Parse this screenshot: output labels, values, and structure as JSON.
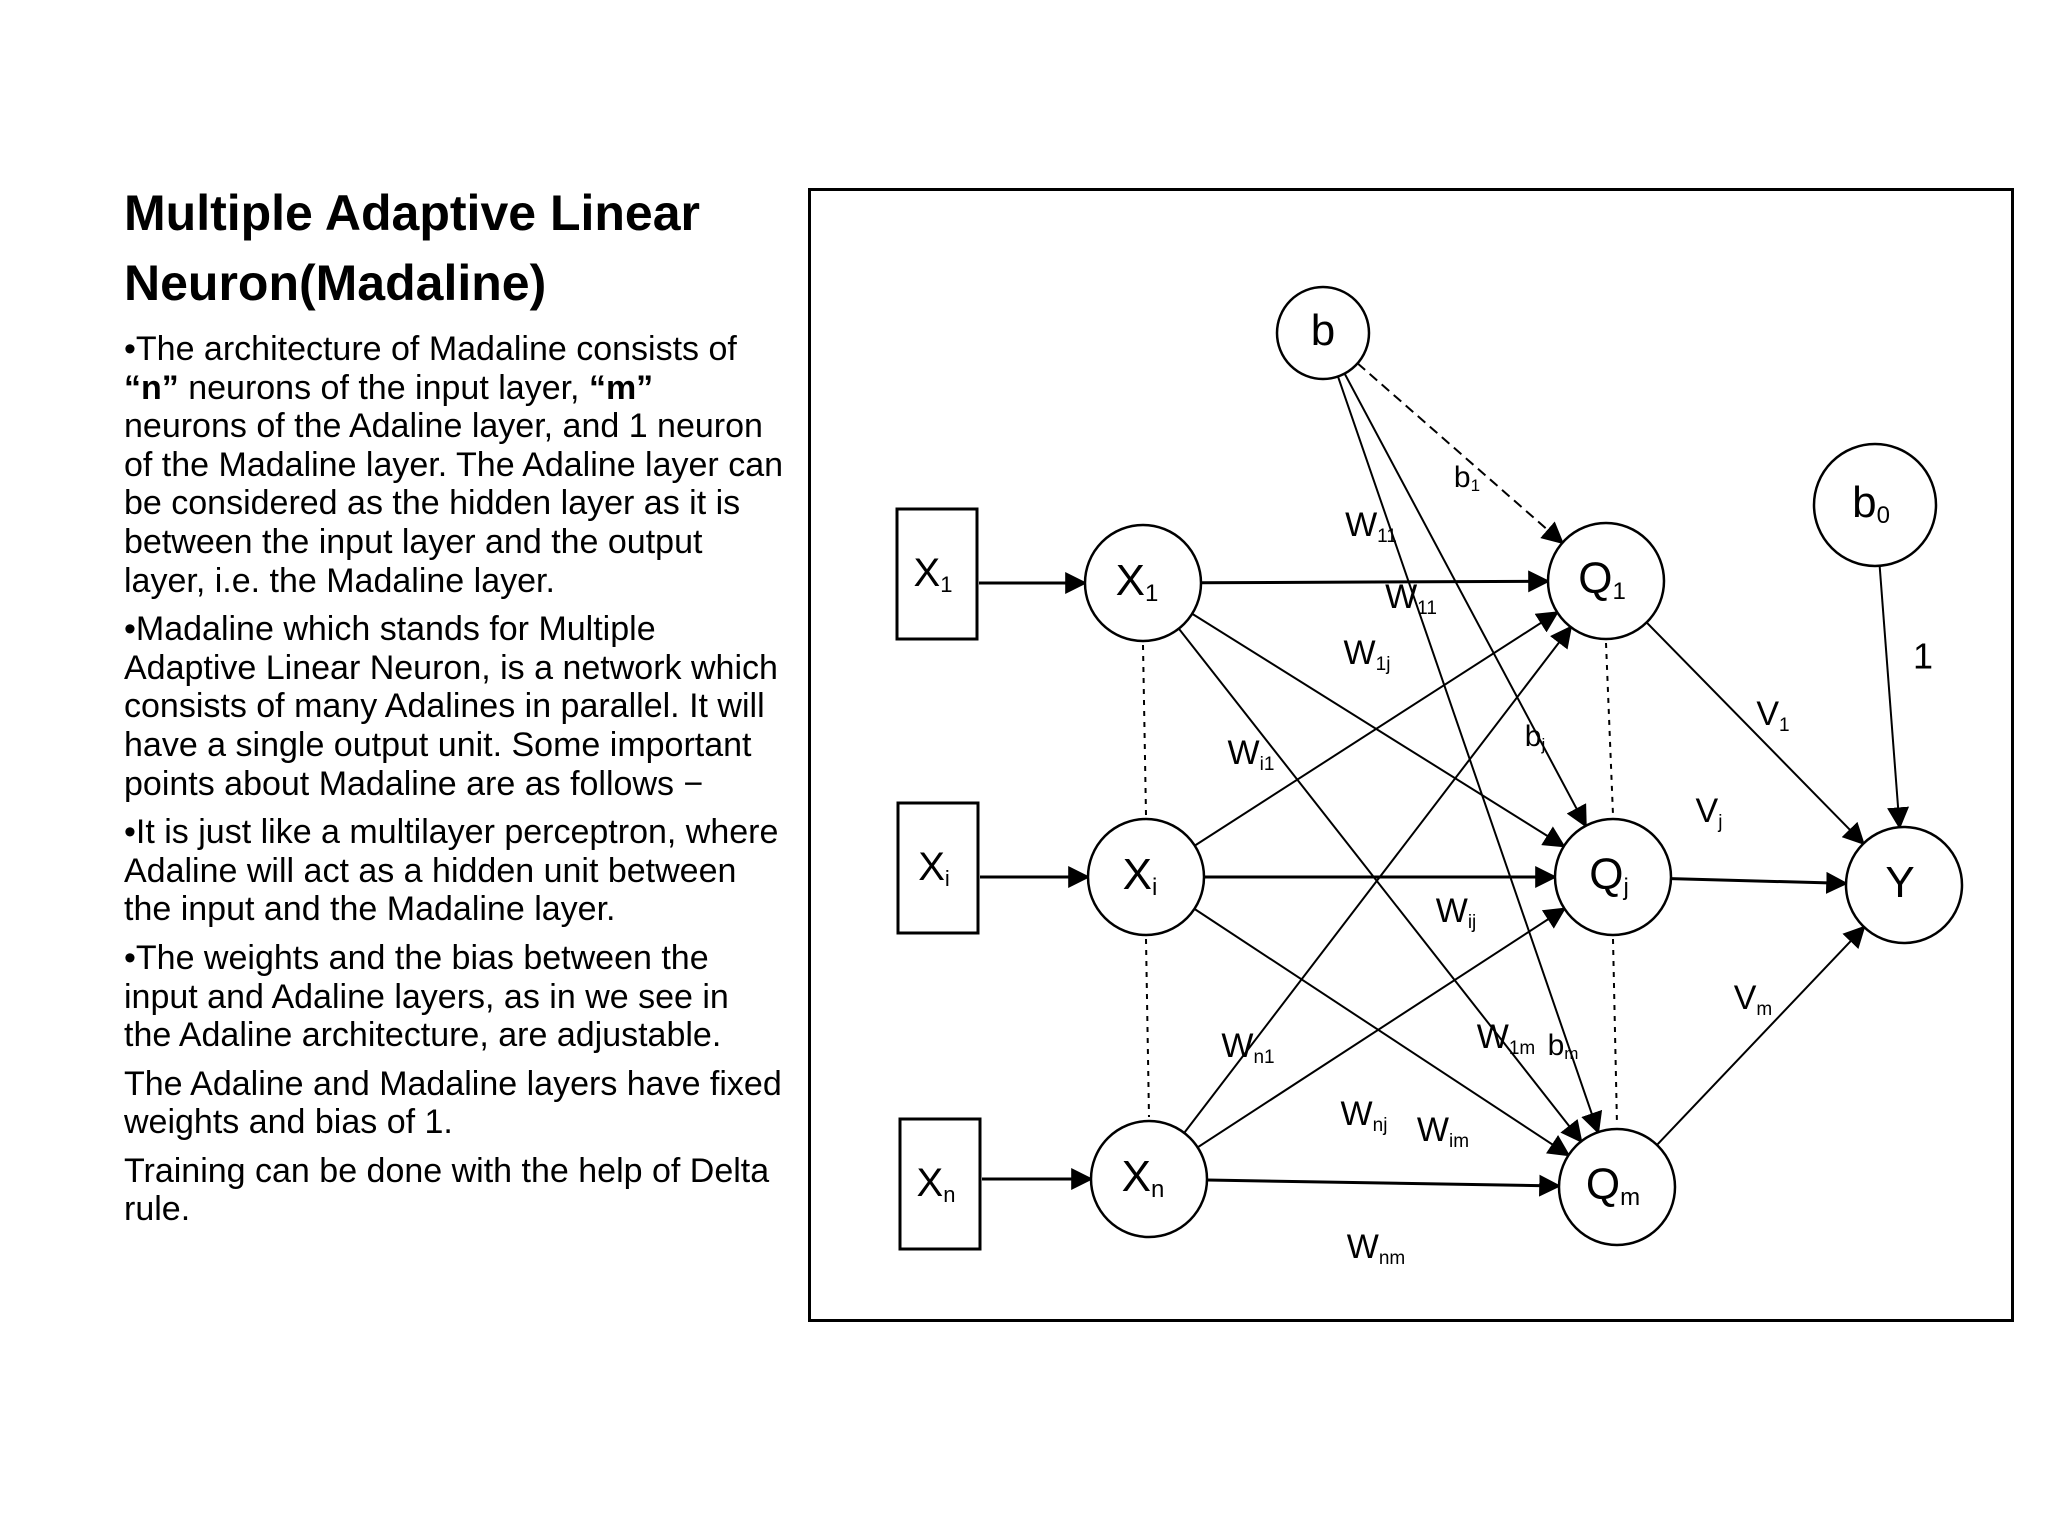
{
  "title_line1": "Multiple Adaptive Linear",
  "title_line2": "Neuron(Madaline)",
  "paragraphs": [
    [
      {
        "text": "•The architecture of Madaline consists of "
      },
      {
        "text": "“n”",
        "bold": true
      },
      {
        "text": " neurons of the input layer, "
      },
      {
        "text": "“m”",
        "bold": true
      },
      {
        "text": " neurons of the Adaline layer, and 1 neuron of the Madaline layer. The Adaline layer can be considered as the hidden layer as it is between the input layer and the output layer, i.e. the Madaline layer."
      }
    ],
    [
      {
        "text": "•Madaline which stands for Multiple Adaptive Linear Neuron, is a network which consists of many Adalines in parallel. It will have a single output unit. Some important points about Madaline are as follows −"
      }
    ],
    [
      {
        "text": "•It is just like a multilayer perceptron, where Adaline will act as a hidden unit between the input and the Madaline layer."
      }
    ],
    [
      {
        "text": "•The weights and the bias between the input and Adaline layers, as in we see in the Adaline architecture, are adjustable."
      }
    ],
    [
      {
        "text": "The Adaline and Madaline layers have fixed weights and bias of 1."
      }
    ],
    [
      {
        "text": "Training can be done with the help of Delta rule."
      }
    ]
  ],
  "diagram": {
    "inputs": [
      {
        "id": "x1",
        "base": "X",
        "sub": "1"
      },
      {
        "id": "xi",
        "base": "X",
        "sub": "i"
      },
      {
        "id": "xn",
        "base": "X",
        "sub": "n"
      }
    ],
    "input_units": [
      {
        "id": "X1",
        "base": "X",
        "sub": "1"
      },
      {
        "id": "Xi",
        "base": "X",
        "sub": "i"
      },
      {
        "id": "Xn",
        "base": "X",
        "sub": "n"
      }
    ],
    "adaline_units": [
      {
        "id": "Q1",
        "base": "Q",
        "sub": "1"
      },
      {
        "id": "Qj",
        "base": "Q",
        "sub": "j"
      },
      {
        "id": "Qm",
        "base": "Q",
        "sub": "m"
      }
    ],
    "bias_node": {
      "base": "b",
      "sub": ""
    },
    "output_bias_node": {
      "base": "b",
      "sub": "0"
    },
    "output_node": {
      "base": "Y",
      "sub": ""
    },
    "weight_labels": [
      {
        "id": "w11",
        "base": "W",
        "sub": "11"
      },
      {
        "id": "w11b",
        "base": "W",
        "sub": "11"
      },
      {
        "id": "w1j",
        "base": "W",
        "sub": "1j"
      },
      {
        "id": "wi1",
        "base": "W",
        "sub": "i1"
      },
      {
        "id": "wij",
        "base": "W",
        "sub": "ij"
      },
      {
        "id": "wn1",
        "base": "W",
        "sub": "n1"
      },
      {
        "id": "w1m",
        "base": "W",
        "sub": "1m"
      },
      {
        "id": "wnj",
        "base": "W",
        "sub": "nj"
      },
      {
        "id": "wim",
        "base": "W",
        "sub": "im"
      },
      {
        "id": "wnm",
        "base": "W",
        "sub": "nm"
      }
    ],
    "bias_labels": [
      {
        "id": "b1",
        "base": "b",
        "sub": "1"
      },
      {
        "id": "bj",
        "base": "b",
        "sub": "j"
      },
      {
        "id": "bm",
        "base": "b",
        "sub": "m"
      }
    ],
    "output_weight_labels": [
      {
        "id": "v1",
        "base": "V",
        "sub": "1"
      },
      {
        "id": "vj",
        "base": "V",
        "sub": "j"
      },
      {
        "id": "vm",
        "base": "V",
        "sub": "m"
      }
    ],
    "output_bias_weight": "1"
  }
}
